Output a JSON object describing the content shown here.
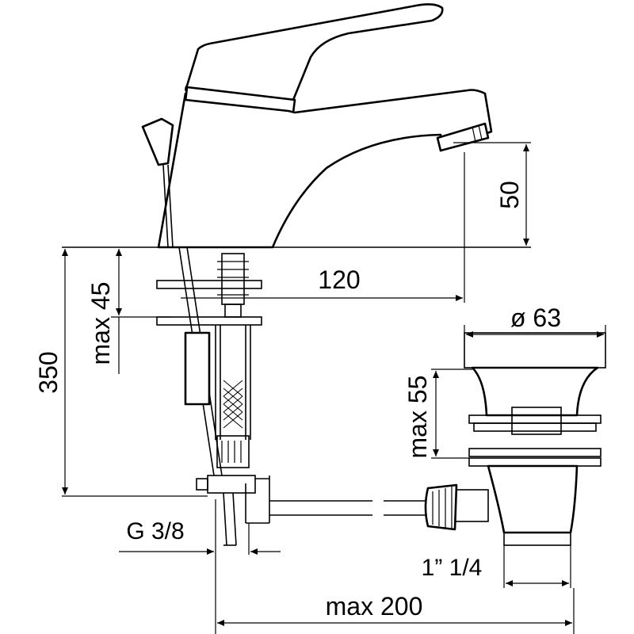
{
  "dimensions": {
    "spout_height": "50",
    "spout_reach": "120",
    "max_deck_thickness": "max 45",
    "overall_height": "350",
    "waste_diameter": "ø 63",
    "max_waste_deck": "max 55",
    "connection_thread": "G 3/8",
    "waste_thread": "1” 1/4",
    "max_rod_length": "max 200"
  },
  "colors": {
    "line": "#000000",
    "background": "#ffffff"
  }
}
